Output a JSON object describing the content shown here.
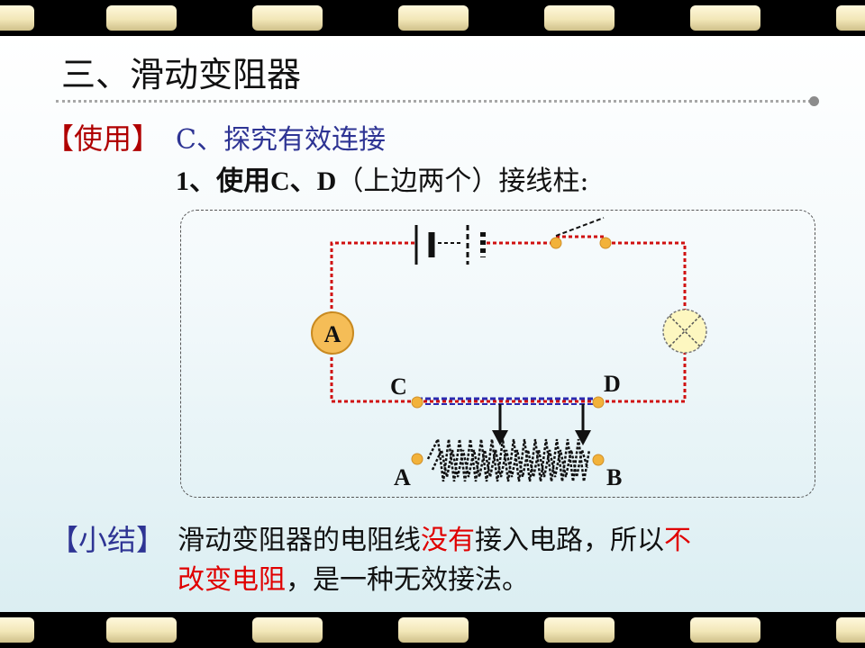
{
  "slide": {
    "title": "三、滑动变阻器",
    "use_tag": "【使用】",
    "subheading": "C、探究有效连接",
    "point_prefix": "1、使用",
    "point_terminals": "C、D",
    "point_suffix": "（上边两个）接线柱:",
    "summary_tag": "【小结】",
    "summary_line1_a": "滑动变阻器的电阻线",
    "summary_line1_red": "没有",
    "summary_line1_b": "接入电路，所以",
    "summary_line1_red2": "不",
    "summary_line2_red": "改变电阻",
    "summary_line2_b": "，是一种无效接法。"
  },
  "circuit": {
    "ammeter_label": "A",
    "terminal_c": "C",
    "terminal_d": "D",
    "terminal_a": "A",
    "terminal_b": "B",
    "wire_color": "#d01010",
    "rod_color": "#2a2ab0",
    "terminal_color": "#f2b23a",
    "lamp_fill": "#fdf7c0",
    "ammeter_fill": "#f5bd57"
  }
}
